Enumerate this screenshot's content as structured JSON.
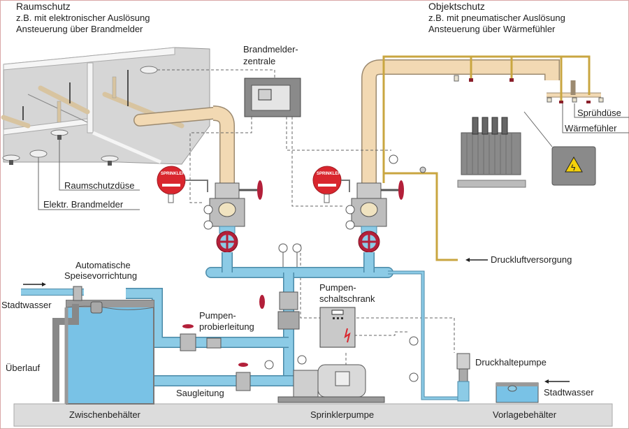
{
  "diagram": {
    "title_left": {
      "heading": "Raumschutz",
      "line1": "z.B. mit elektronischer Auslösung",
      "line2": "Ansteuerung über Brandmelder"
    },
    "title_right": {
      "heading": "Objektschutz",
      "line1": "z.B. mit pneumatischer Auslösung",
      "line2": "Ansteuerung über Wärmefühler"
    },
    "labels": {
      "brandmelderzentrale_1": "Brandmelder-",
      "brandmelderzentrale_2": "zentrale",
      "raumschutzduese": "Raumschutzdüse",
      "elektr_brandmelder": "Elektr. Brandmelder",
      "spruehduese": "Sprühdüse",
      "waermefuehler": "Wärmefühler",
      "druckluftversorgung": "Druckluftversorgung",
      "automatische_1": "Automatische",
      "automatische_2": "Speisevorrichtung",
      "stadtwasser_left": "Stadtwasser",
      "ueberlauf": "Überlauf",
      "pumpenprobier_1": "Pumpen-",
      "pumpenprobier_2": "probierleitung",
      "pumpenschalt_1": "Pumpen-",
      "pumpenschalt_2": "schaltschrank",
      "saugleitung": "Saugleitung",
      "druckhaltepumpe": "Druckhaltepumpe",
      "stadtwasser_right": "Stadtwasser",
      "zwischenbehaelter": "Zwischenbehälter",
      "sprinklerpumpe": "Sprinklerpumpe",
      "vorlagebehaelter": "Vorlagebehälter",
      "alarm_bell_text": "SPRINKLER-ALARM"
    },
    "colors": {
      "water_pipe": "#8ccbe6",
      "water_pipe_stroke": "#4a8aa8",
      "dry_pipe": "#f2d9b3",
      "dry_pipe_stroke": "#9c8a70",
      "air_pipe": "#c9a640",
      "valve_red": "#b3203a",
      "tank_water": "#79c2e6",
      "ceiling": "#d6d6d6",
      "floor": "#dcdcdc",
      "frame_border": "#d9a6a6"
    }
  }
}
